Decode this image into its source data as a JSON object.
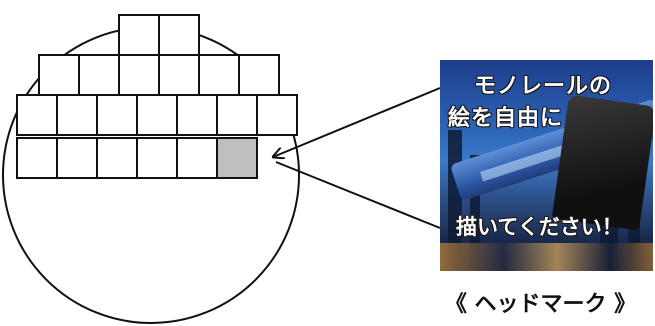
{
  "diagram": {
    "cell_rows": [
      {
        "row": 1,
        "cells": 2
      },
      {
        "row": 2,
        "cells": 6
      },
      {
        "row": 3,
        "cells": 7
      },
      {
        "row": 4,
        "cells": 6
      }
    ],
    "highlighted_cell": {
      "row": 4,
      "cell": 6
    },
    "colors": {
      "stroke": "#111111",
      "cell_fill": "#ffffff",
      "highlight_fill": "#bfbfbf"
    }
  },
  "photo": {
    "line1": "モノレールの",
    "line2": "絵を自由に",
    "line3": "描いてください！"
  },
  "caption": "《 ヘッドマーク 》"
}
